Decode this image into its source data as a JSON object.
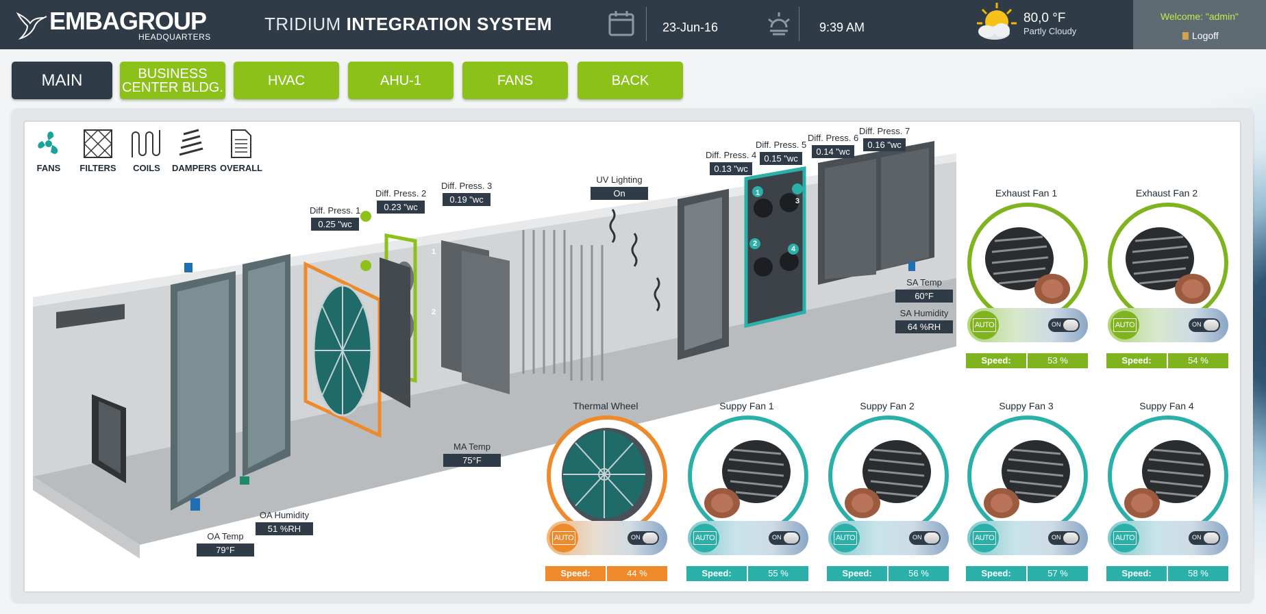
{
  "header": {
    "logo_text": "EMBAGROUP",
    "logo_sub": "HEADQUARTERS",
    "title_light": "TRIDIUM",
    "title_bold": "INTEGRATION SYSTEM",
    "date": "23-Jun-16",
    "time": "9:39 AM",
    "temperature": "80,0 °F",
    "condition": "Partly Cloudy",
    "welcome": "Welcome: \"admin\"",
    "logoff": "Logoff"
  },
  "nav": {
    "main": "MAIN",
    "business_line1": "BUSINESS",
    "business_line2": "CENTER BLDG.",
    "hvac": "HVAC",
    "ahu": "AHU-1",
    "fans": "FANS",
    "back": "BACK"
  },
  "tools": {
    "fans": "FANS",
    "filters": "FILTERS",
    "coils": "COILS",
    "dampers": "DAMPERS",
    "overall": "OVERALL"
  },
  "sensors": {
    "dp1": {
      "label": "Diff. Press. 1",
      "value": "0.25 \"wc"
    },
    "dp2": {
      "label": "Diff. Press. 2",
      "value": "0.23 \"wc"
    },
    "dp3": {
      "label": "Diff. Press. 3",
      "value": "0.19 \"wc"
    },
    "dp4": {
      "label": "Diff. Press. 4",
      "value": "0.13 \"wc"
    },
    "dp5": {
      "label": "Diff. Press. 5",
      "value": "0.15 \"wc"
    },
    "dp6": {
      "label": "Diff. Press. 6",
      "value": "0.14 \"wc"
    },
    "dp7": {
      "label": "Diff. Press. 7",
      "value": "0.16 \"wc"
    },
    "uv": {
      "label": "UV Lighting",
      "value": "On"
    },
    "sa_temp": {
      "label": "SA Temp",
      "value": "60°F"
    },
    "sa_hum": {
      "label": "SA Humidity",
      "value": "64 %RH"
    },
    "ma_temp": {
      "label": "MA Temp",
      "value": "75°F"
    },
    "oa_temp": {
      "label": "OA Temp",
      "value": "79°F"
    },
    "oa_hum": {
      "label": "OA Humidity",
      "value": "51 %RH"
    }
  },
  "markers": {
    "one": "1",
    "two": "2",
    "three": "3",
    "four": "4"
  },
  "fans": {
    "auto_label": "AUTO",
    "on_label": "ON",
    "speed_label": "Speed:",
    "exhaust1": {
      "name": "Exhaust Fan 1",
      "speed": "53 %"
    },
    "exhaust2": {
      "name": "Exhaust Fan 2",
      "speed": "54 %"
    },
    "wheel": {
      "name": "Thermal Wheel",
      "speed": "44 %"
    },
    "supply1": {
      "name": "Suppy Fan 1",
      "speed": "55 %"
    },
    "supply2": {
      "name": "Suppy Fan 2",
      "speed": "56 %"
    },
    "supply3": {
      "name": "Suppy Fan 3",
      "speed": "57 %"
    },
    "supply4": {
      "name": "Suppy Fan 4",
      "speed": "58 %"
    }
  },
  "colors": {
    "header": "#2f3b46",
    "nav_green": "#8cc11a",
    "teal": "#2ab0a8",
    "orange": "#ef8a2c",
    "exhaust_green": "#7fb420"
  }
}
